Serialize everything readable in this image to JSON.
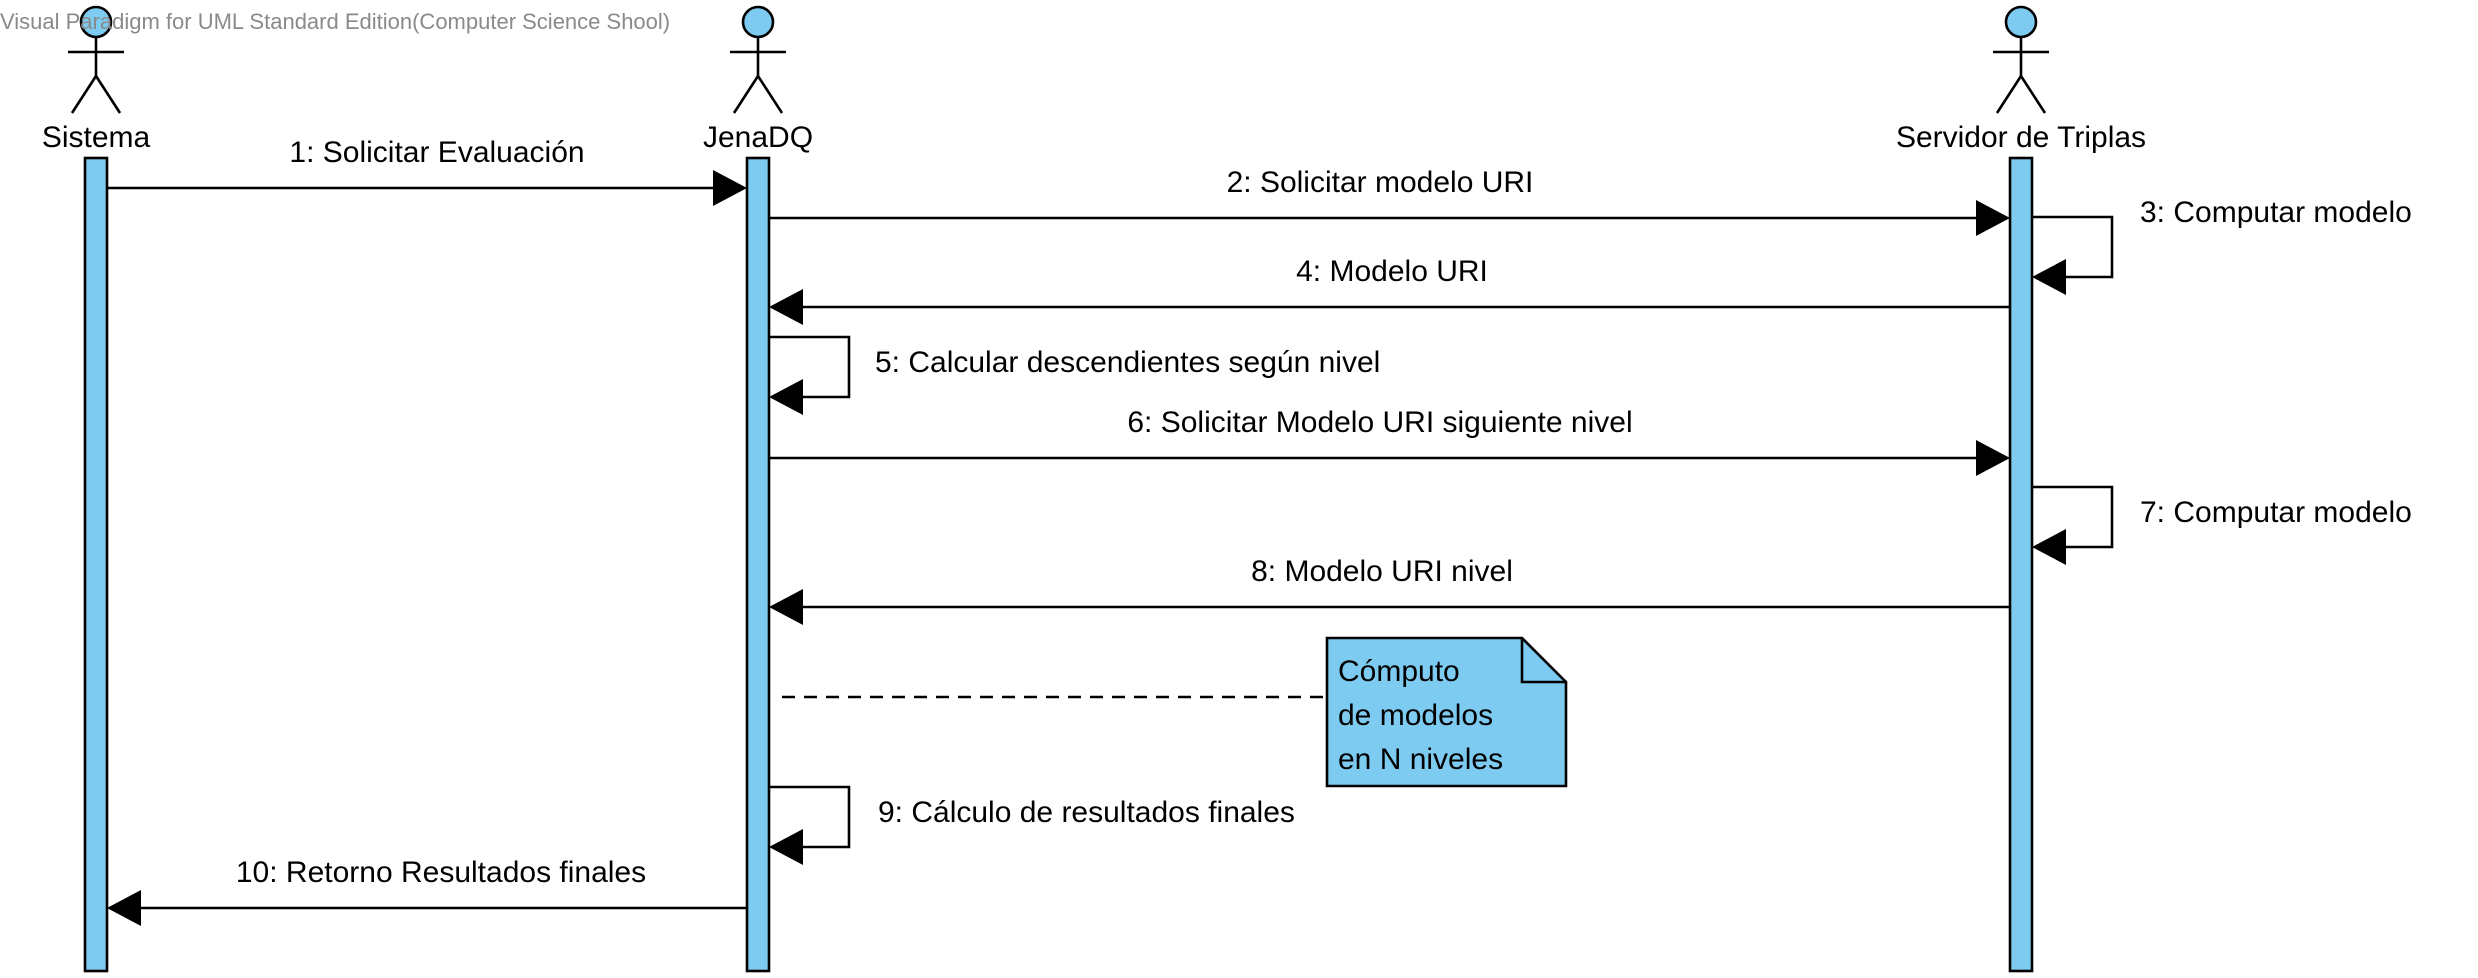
{
  "watermark": "Visual Paradigm for UML Standard Edition(Computer Science Shool)",
  "colors": {
    "lifeline_fill": "#7ecbf2",
    "actor_head_fill": "#7ecbf2",
    "note_fill": "#7ecbf2",
    "line": "#000000"
  },
  "actors": [
    {
      "id": "sistema",
      "name": "Sistema"
    },
    {
      "id": "jenadq",
      "name": "JenaDQ"
    },
    {
      "id": "servidor",
      "name": "Servidor de Triplas"
    }
  ],
  "messages": [
    {
      "id": "m1",
      "label": "1: Solicitar Evaluación",
      "from": "sistema",
      "to": "jenadq",
      "kind": "sync"
    },
    {
      "id": "m2",
      "label": "2: Solicitar modelo URI",
      "from": "jenadq",
      "to": "servidor",
      "kind": "sync"
    },
    {
      "id": "m3",
      "label": "3: Computar modelo",
      "from": "servidor",
      "to": "servidor",
      "kind": "self"
    },
    {
      "id": "m4",
      "label": "4: Modelo URI",
      "from": "servidor",
      "to": "jenadq",
      "kind": "sync"
    },
    {
      "id": "m5",
      "label": "5: Calcular descendientes según nivel",
      "from": "jenadq",
      "to": "jenadq",
      "kind": "self"
    },
    {
      "id": "m6",
      "label": "6: Solicitar Modelo URI siguiente nivel",
      "from": "jenadq",
      "to": "servidor",
      "kind": "sync"
    },
    {
      "id": "m7",
      "label": "7: Computar modelo",
      "from": "servidor",
      "to": "servidor",
      "kind": "self"
    },
    {
      "id": "m8",
      "label": "8: Modelo URI nivel",
      "from": "servidor",
      "to": "jenadq",
      "kind": "sync"
    },
    {
      "id": "m9",
      "label": "9: Cálculo de resultados finales",
      "from": "jenadq",
      "to": "jenadq",
      "kind": "self"
    },
    {
      "id": "m10",
      "label": "10: Retorno Resultados finales",
      "from": "jenadq",
      "to": "sistema",
      "kind": "sync"
    }
  ],
  "note": {
    "lines": [
      "Cómputo",
      "de modelos",
      "en N niveles"
    ]
  }
}
